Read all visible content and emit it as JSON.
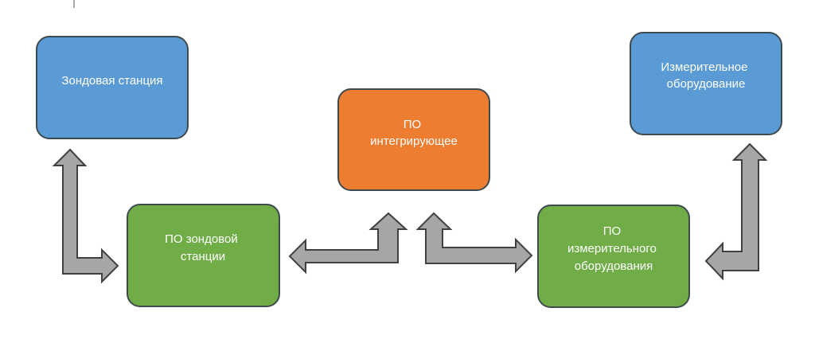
{
  "colors": {
    "blue": "#5b9bd5",
    "orange": "#ed7d31",
    "green": "#70ad47",
    "arrow_fill": "#a6a6a6",
    "border": "#3f4a4f"
  },
  "nodes": {
    "probe_station": {
      "lines": [
        "Зондовая станция"
      ]
    },
    "probe_station_software": {
      "lines": [
        "ПО зондовой",
        "станции"
      ]
    },
    "integrating_software": {
      "lines": [
        "ПО",
        "интегрирующее"
      ]
    },
    "measurement_equipment_software": {
      "lines": [
        "ПО",
        "измерительного",
        "оборудования"
      ]
    },
    "measurement_equipment": {
      "lines": [
        "Измерительное",
        "оборудование"
      ]
    }
  },
  "arrows": [
    {
      "from": "probe_station",
      "to": "probe_station_software",
      "direction": "bidirectional"
    },
    {
      "from": "probe_station_software",
      "to": "integrating_software",
      "direction": "bidirectional"
    },
    {
      "from": "integrating_software",
      "to": "measurement_equipment_software",
      "direction": "bidirectional"
    },
    {
      "from": "measurement_equipment",
      "to": "measurement_equipment_software",
      "direction": "bidirectional"
    }
  ]
}
